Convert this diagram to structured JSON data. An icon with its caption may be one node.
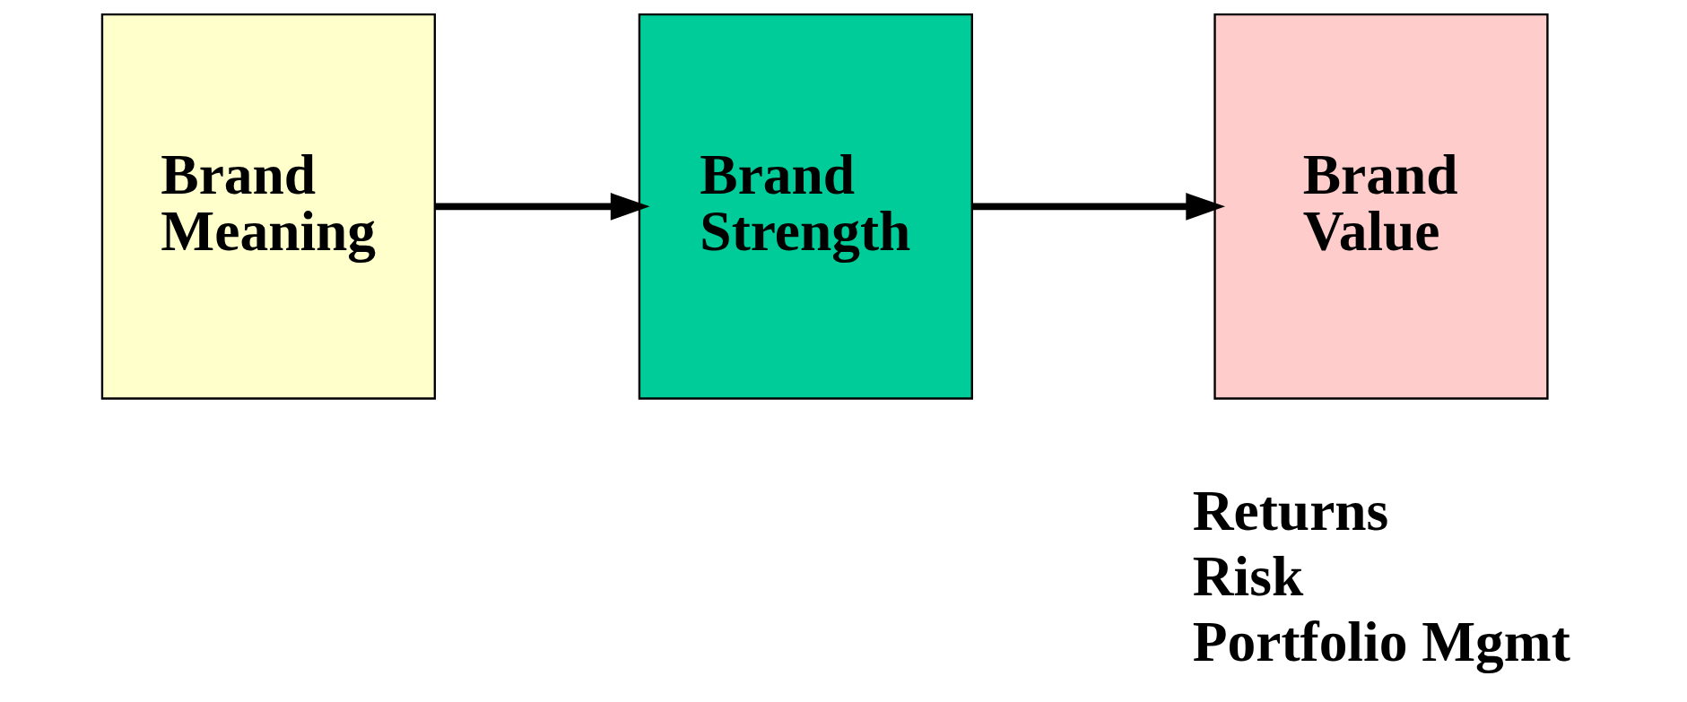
{
  "diagram": {
    "nodes": [
      {
        "text": [
          "Brand Meaning"
        ]
      },
      {
        "text": [
          "Brand Strength"
        ]
      },
      {
        "text": [
          "Brand Value"
        ]
      }
    ],
    "edges": [
      {
        "from": 0,
        "to": 1,
        "arrow": "to"
      },
      {
        "from": 1,
        "to": 2,
        "arrow": "to"
      }
    ],
    "labels": [
      "Returns",
      "Risk",
      "Portfolio Mgmt"
    ]
  }
}
